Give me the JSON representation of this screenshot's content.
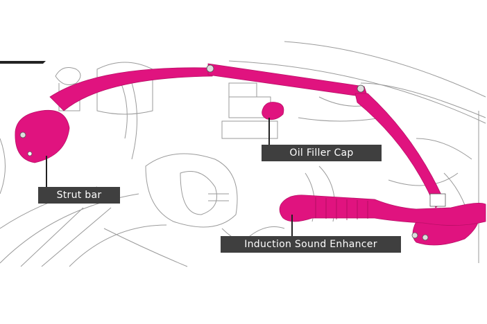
{
  "colors": {
    "highlight": "#e0137f",
    "label_bg": "#3f3f3f",
    "line": "#9a9a9a"
  },
  "labels": {
    "strut_bar": "Strut bar",
    "oil_filler_cap": "Oil Filler Cap",
    "induction_sound_enhancer": "Induction Sound Enhancer"
  }
}
